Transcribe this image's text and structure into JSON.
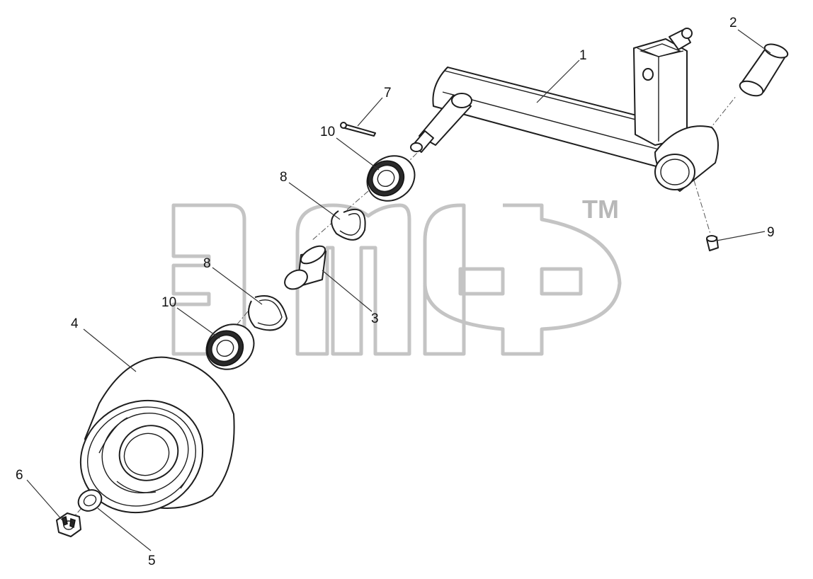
{
  "diagram": {
    "callouts": [
      {
        "id": "c1",
        "label": "1"
      },
      {
        "id": "c2",
        "label": "2"
      },
      {
        "id": "c3",
        "label": "3"
      },
      {
        "id": "c4",
        "label": "4"
      },
      {
        "id": "c5",
        "label": "5"
      },
      {
        "id": "c6",
        "label": "6"
      },
      {
        "id": "c7",
        "label": "7"
      },
      {
        "id": "c8a",
        "label": "8"
      },
      {
        "id": "c8b",
        "label": "8"
      },
      {
        "id": "c9",
        "label": "9"
      },
      {
        "id": "c10a",
        "label": "10"
      },
      {
        "id": "c10b",
        "label": "10"
      }
    ]
  },
  "watermark": {
    "trademark": "TM"
  },
  "colors": {
    "line": "#1e1e1e",
    "watermark": "#c4c4c4",
    "background": "#ffffff"
  }
}
